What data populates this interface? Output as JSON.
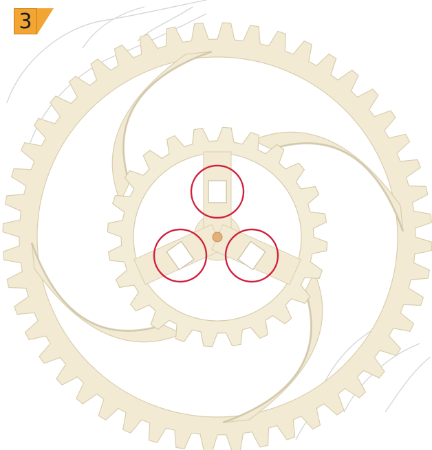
{
  "step": {
    "number": "3"
  },
  "colors": {
    "wood": "#f2ead3",
    "wood_edge": "#d9ceb0",
    "wood_shadow": "#c8bea0",
    "highlight_circle": "#d0203a",
    "badge": "#f2a532",
    "watermark": "#cfcfcf"
  },
  "illustration": {
    "large_gear_teeth": 48,
    "small_gear_teeth": 24,
    "large_gear_spokes": 4,
    "small_gear_spokes": 3,
    "highlighted_slots": 3
  }
}
